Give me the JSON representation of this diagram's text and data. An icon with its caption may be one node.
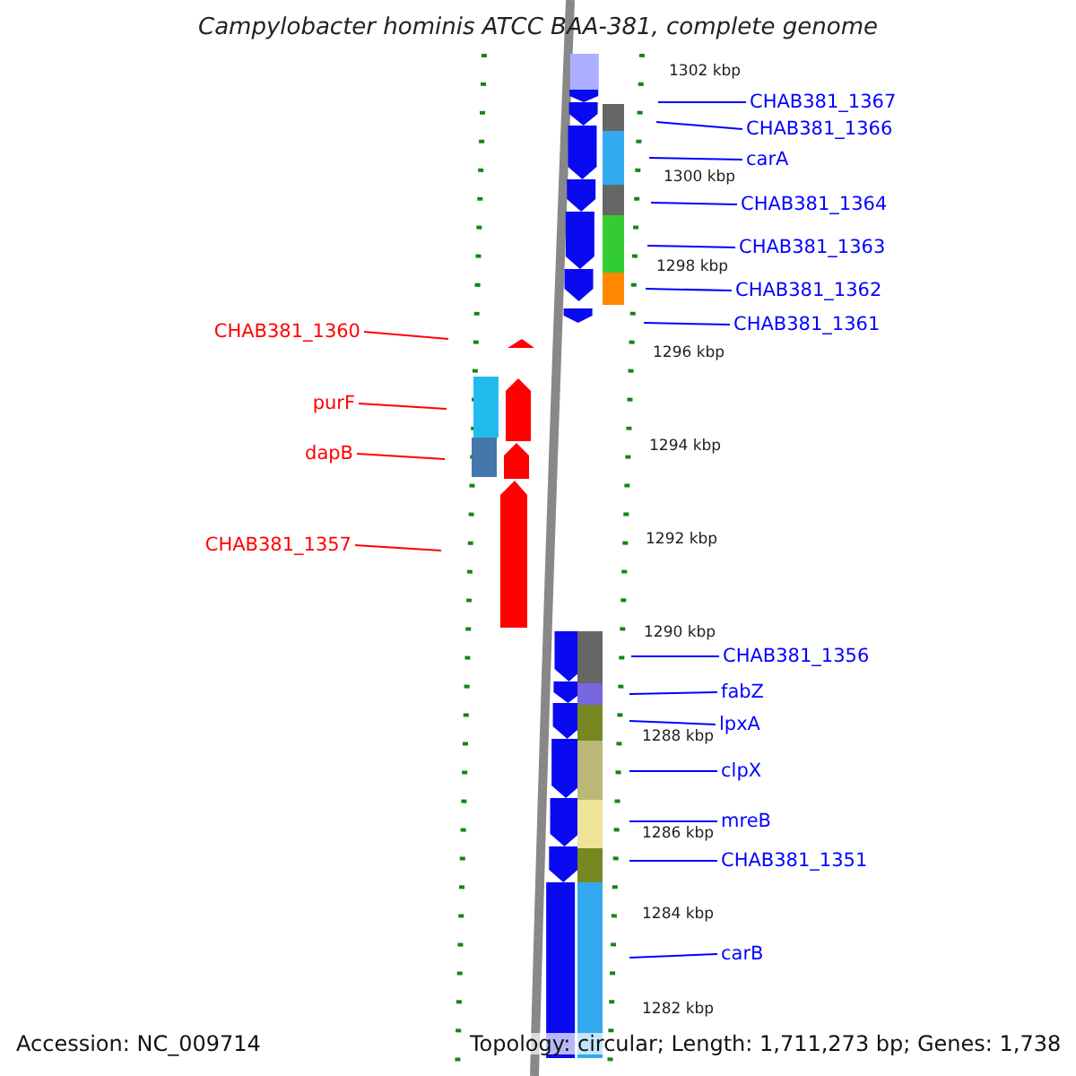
{
  "diagram": {
    "title": "Campylobacter hominis ATCC BAA-381, complete genome",
    "nodes": [
      {
        "text": [
          "CHAB381_1367"
        ]
      },
      {
        "text": [
          "CHAB381_1366"
        ]
      },
      {
        "text": [
          "carA"
        ]
      },
      {
        "text": [
          "CHAB381_1364"
        ]
      },
      {
        "text": [
          "CHAB381_1363"
        ]
      },
      {
        "text": [
          "CHAB381_1362"
        ]
      },
      {
        "text": [
          "CHAB381_1361"
        ]
      },
      {
        "text": [
          "CHAB381_1360"
        ]
      },
      {
        "text": [
          "purF"
        ]
      },
      {
        "text": [
          "dapB"
        ]
      },
      {
        "text": [
          "CHAB381_1357"
        ]
      },
      {
        "text": [
          "CHAB381_1356"
        ]
      },
      {
        "text": [
          "fabZ"
        ]
      },
      {
        "text": [
          "lpxA"
        ]
      },
      {
        "text": [
          "clpX"
        ]
      },
      {
        "text": [
          "mreB"
        ]
      },
      {
        "text": [
          "CHAB381_1351"
        ]
      },
      {
        "text": [
          "carB"
        ]
      }
    ],
    "edges": [
      {
        "from": 0,
        "to": null,
        "arrow": "none"
      },
      {
        "from": 1,
        "to": null,
        "arrow": "none"
      },
      {
        "from": 2,
        "to": null,
        "arrow": "none"
      },
      {
        "from": 3,
        "to": null,
        "arrow": "none"
      },
      {
        "from": 4,
        "to": null,
        "arrow": "none"
      },
      {
        "from": 5,
        "to": null,
        "arrow": "none"
      },
      {
        "from": 6,
        "to": null,
        "arrow": "none"
      },
      {
        "from": 7,
        "to": null,
        "arrow": "none",
        "color": "#ff0000"
      },
      {
        "from": 8,
        "to": null,
        "arrow": "none",
        "color": "#ff0000"
      },
      {
        "from": 9,
        "to": null,
        "arrow": "none",
        "color": "#ff0000"
      },
      {
        "from": 10,
        "to": null,
        "arrow": "none",
        "color": "#ff0000"
      },
      {
        "from": 11,
        "to": null,
        "arrow": "none"
      },
      {
        "from": 12,
        "to": null,
        "arrow": "none"
      },
      {
        "from": 13,
        "to": null,
        "arrow": "none"
      },
      {
        "from": 14,
        "to": null,
        "arrow": "none"
      },
      {
        "from": 15,
        "to": null,
        "arrow": "none"
      },
      {
        "from": 16,
        "to": null,
        "arrow": "none"
      },
      {
        "from": 17,
        "to": null,
        "arrow": "none"
      }
    ],
    "labels": [
      "1302 kbp",
      "1300 kbp",
      "1298 kbp",
      "1296 kbp",
      "1294 kbp",
      "1292 kbp",
      "1290 kbp",
      "1288 kbp",
      "1286 kbp",
      "1284 kbp",
      "1282 kbp",
      "Accession: NC_009714",
      "Topology: circular; Length: 1,711,273 bp; Genes: 1,738"
    ]
  }
}
